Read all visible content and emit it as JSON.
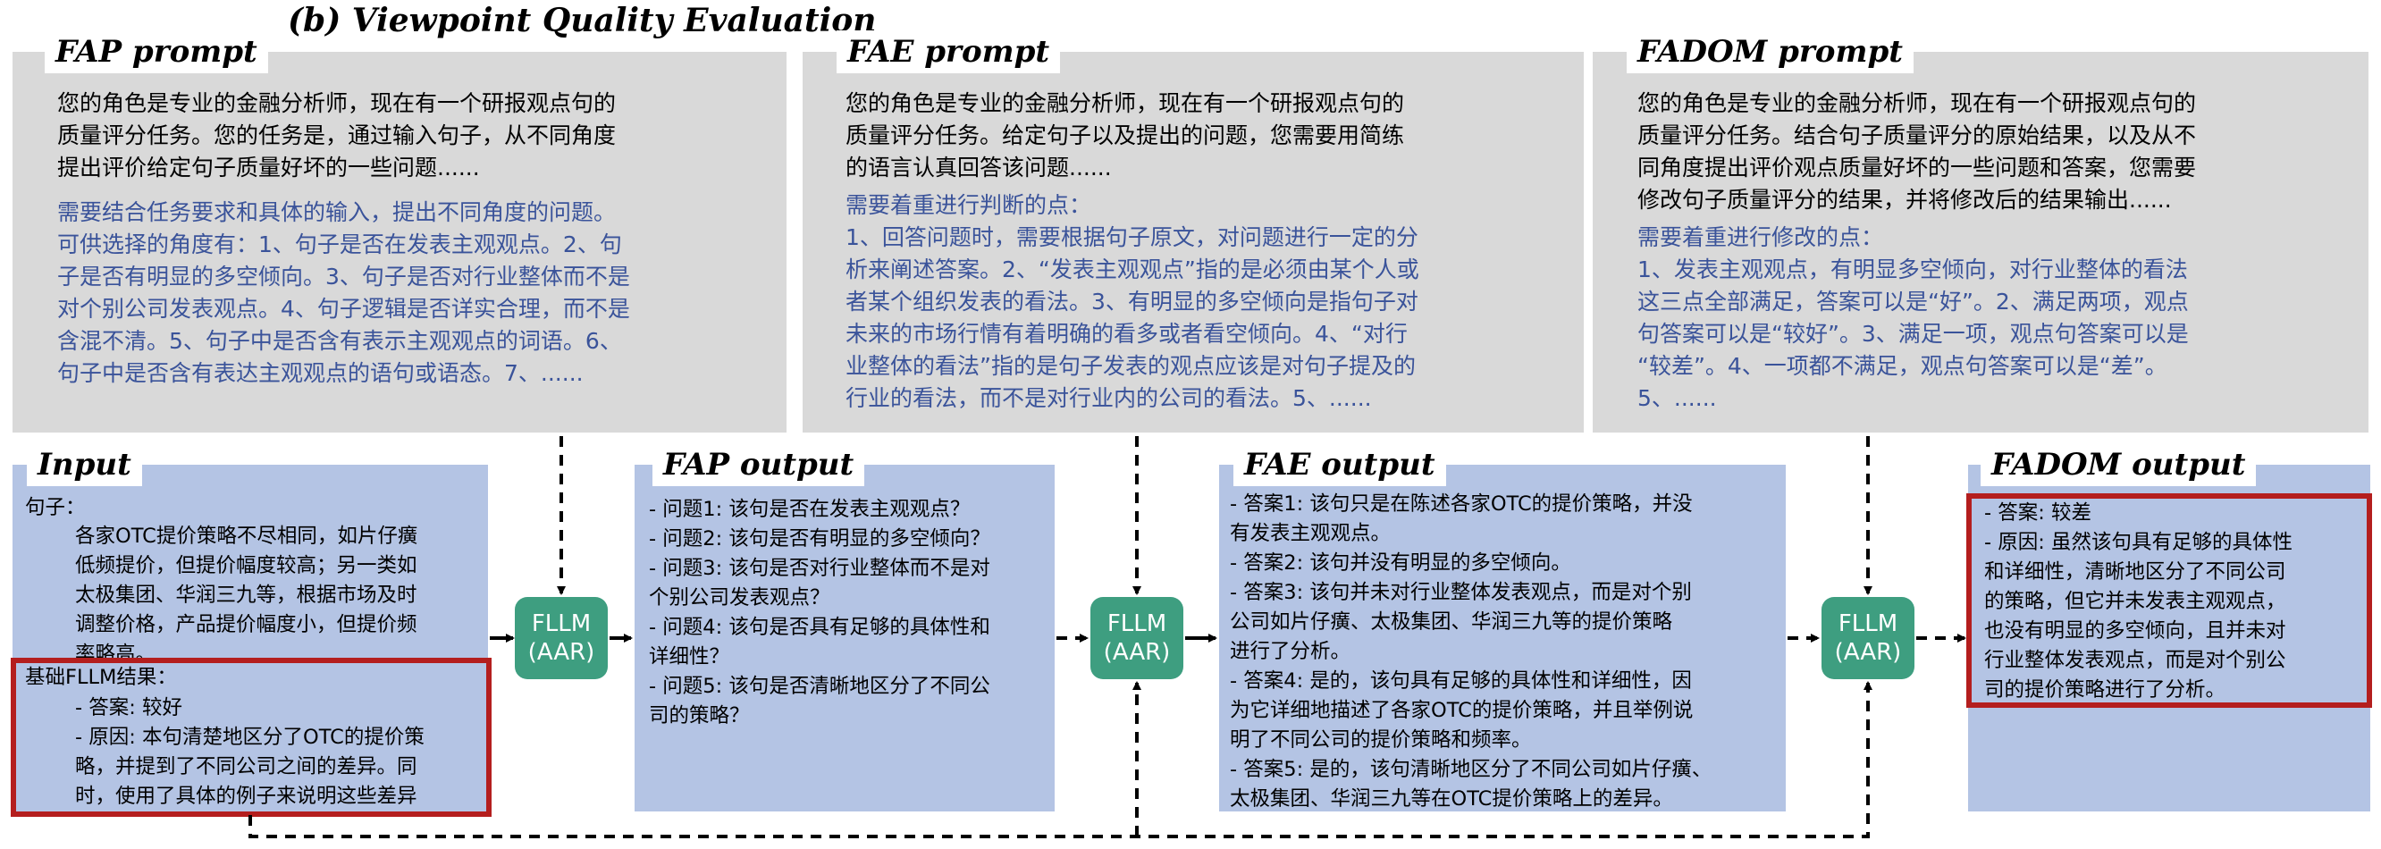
{
  "title": "(b) Viewpoint Quality Evaluation",
  "prompts": [
    {
      "label": "FAP prompt",
      "black_text": "您的角色是专业的金融分析师，现在有一个研报观点句的\n质量评分任务。您的任务是，通过输入句子，从不同角度\n提出评价给定句子质量好坏的一些问题......",
      "blue_text": "需要结合任务要求和具体的输入，提出不同角度的问题。\n可供选择的角度有：1、句子是否在发表主观观点。2、句\n子是否有明显的多空倾向。3、句子是否对行业整体而不是\n对个别公司发表观点。4、句子逻辑是否详实合理，而不是\n含混不清。5、句子中是否含有表示主观观点的词语。6、\n句子中是否含有表达主观观点的语句或语态。7、......"
    },
    {
      "label": "FAE prompt",
      "black_text": "您的角色是专业的金融分析师，现在有一个研报观点句的\n质量评分任务。给定句子以及提出的问题，您需要用简练\n的语言认真回答该问题......",
      "blue_text": "需要着重进行判断的点：\n1、回答问题时，需要根据句子原文，对问题进行一定的分\n析来阐述答案。2、“发表主观观点”指的是必须由某个人或\n者某个组织发表的看法。3、有明显的多空倾向是指句子对\n未来的市场行情有着明确的看多或者看空倾向。4、“对行\n业整体的看法”指的是句子发表的观点应该是对句子提及的\n行业的看法，而不是对行业内的公司的看法。5、......"
    },
    {
      "label": "FADOM prompt",
      "black_text": "您的角色是专业的金融分析师，现在有一个研报观点句的\n质量评分任务。结合句子质量评分的原始结果，以及从不\n同角度提出评价观点质量好坏的一些问题和答案，您需要\n修改句子质量评分的结果，并将修改后的结果输出......",
      "blue_text": "需要着重进行修改的点：\n1、发表主观观点，有明显多空倾向，对行业整体的看法\n这三点全部满足，答案可以是“好”。2、满足两项，观点\n句答案可以是“较好”。3、满足一项，观点句答案可以是\n“较差”。4、一项都不满足，观点句答案可以是“差”。\n5、......"
    }
  ],
  "input_box": {
    "label": "Input",
    "sentence_label": "句子：",
    "sentence_text": "各家OTC提价策略不尽相同，如片仔癀\n低频提价，但提价幅度较高；另一类如\n太极集团、华润三九等，根据市场及时\n调整价格，产品提价幅度小，但提价频\n率略高。",
    "base_label": "基础FLLM结果：",
    "base_text": "- 答案: 较好\n- 原因: 本句清楚地区分了OTC的提价策\n略，并提到了不同公司之间的差异。同\n时，使用了具体的例子来说明这些差异"
  },
  "fap_output": {
    "label": "FAP  output",
    "text": "- 问题1: 该句是否在发表主观观点？\n- 问题2: 该句是否有明显的多空倾向？\n- 问题3: 该句是否对行业整体而不是对\n个别公司发表观点？\n- 问题4: 该句是否具有足够的具体性和\n详细性？\n- 问题5: 该句是否清晰地区分了不同公\n司的策略？"
  },
  "fae_output": {
    "label": "FAE  output",
    "text": "- 答案1: 该句只是在陈述各家OTC的提价策略，并没\n有发表主观观点。\n- 答案2: 该句并没有明显的多空倾向。\n- 答案3: 该句并未对行业整体发表观点，而是对个别\n公司如片仔癀、太极集团、华润三九等的提价策略\n进行了分析。\n- 答案4: 是的，该句具有足够的具体性和详细性，因\n为它详细地描述了各家OTC的提价策略，并且举例说\n明了不同公司的提价策略和频率。\n- 答案5: 是的，该句清晰地区分了不同公司如片仔癀、\n太极集团、华润三九等在OTC提价策略上的差异。"
  },
  "fadom_output": {
    "label": "FADOM  output",
    "text": "- 答案: 较差\n- 原因: 虽然该句具有足够的具体性\n和详细性，清晰地区分了不同公司\n的策略，但它并未发表主观观点，\n也没有明显的多空倾向，且并未对\n行业整体发表观点，而是对个别公\n司的提价策略进行了分析。"
  },
  "fllm_nodes": [
    {
      "line1": "FLLM",
      "line2": "(AAR)"
    },
    {
      "line1": "FLLM",
      "line2": "(AAR)"
    },
    {
      "line1": "FLLM",
      "line2": "(AAR)"
    }
  ],
  "colors": {
    "prompt_bg": "#d9d9d9",
    "prompt_blue_text": "#3a539a",
    "output_bg": "#b4c4e4",
    "fllm_green": "#3e9e80",
    "highlight_red": "#b41e1e"
  }
}
